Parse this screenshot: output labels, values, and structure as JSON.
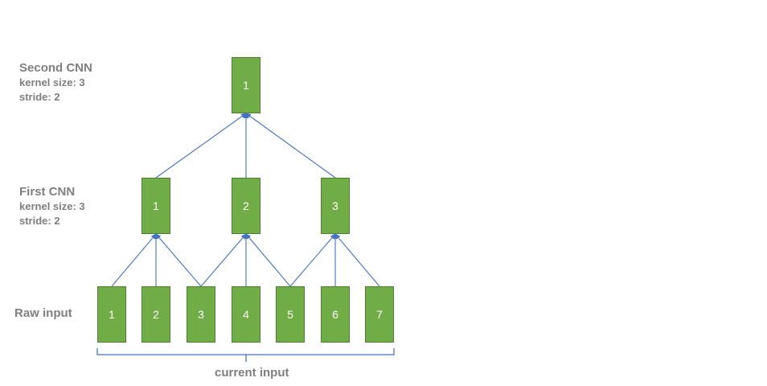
{
  "labels": {
    "second_cnn": {
      "title": "Second CNN",
      "kernel": "kernel size: 3",
      "stride": "stride: 2"
    },
    "first_cnn": {
      "title": "First CNN",
      "kernel": "kernel size: 3",
      "stride": "stride: 2"
    },
    "raw_input": {
      "title": "Raw input"
    },
    "current_input": "current input"
  },
  "layers": {
    "second": [
      "1"
    ],
    "first": [
      "1",
      "2",
      "3"
    ],
    "raw": [
      "1",
      "2",
      "3",
      "4",
      "5",
      "6",
      "7"
    ]
  },
  "colors": {
    "box_fill": "#70ad47",
    "box_border": "#507e32",
    "arrow": "#4472c4",
    "label": "#7f7f7f"
  }
}
